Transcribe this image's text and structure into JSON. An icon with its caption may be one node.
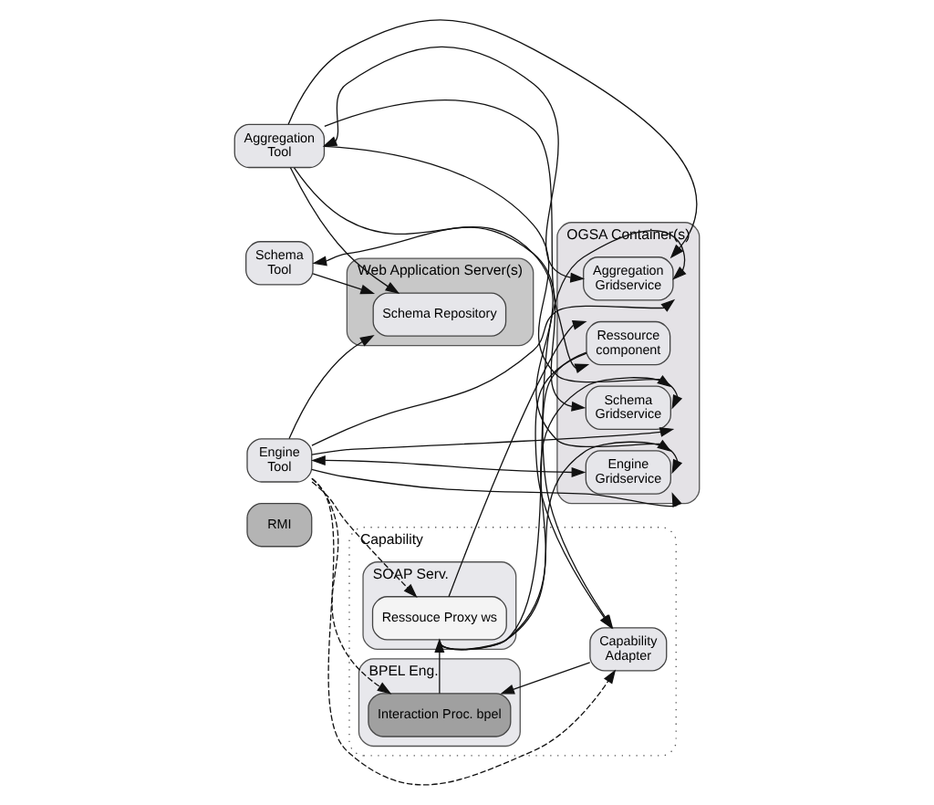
{
  "diagram": {
    "nodes": [
      {
        "text": [
          "Web Application Server(s)"
        ]
      },
      {
        "text": [
          "OGSA Container(s)"
        ]
      },
      {
        "text": [
          "Capability"
        ]
      },
      {
        "text": [
          "Ressource",
          "component"
        ],
        "in": 1
      },
      {
        "text": [
          "Aggregation",
          "Tool"
        ]
      },
      {
        "text": [
          "Schema",
          "Tool"
        ]
      },
      {
        "text": [
          "Engine",
          "Tool"
        ]
      },
      {
        "text": [
          "RMI"
        ]
      },
      {
        "text": [
          "Aggregation",
          "Gridservice"
        ],
        "in": 1
      },
      {
        "text": [
          "Schema",
          "Gridservice"
        ],
        "in": 1
      },
      {
        "text": [
          "Engine",
          "Gridservice"
        ],
        "in": 1
      },
      {
        "text": [
          "Schema Repository"
        ],
        "in": 0
      },
      {
        "text": [
          "BPEL Eng."
        ],
        "in": 2
      },
      {
        "text": [
          "Interaction Proc. bpel"
        ],
        "in": 12
      },
      {
        "text": [
          "SOAP Serv."
        ],
        "in": 2
      },
      {
        "text": [
          "Ressouce Proxy ws"
        ],
        "in": 14
      },
      {
        "text": [
          "Capability",
          "Adapter"
        ],
        "in": 2
      }
    ],
    "edges": [
      {
        "from": 4,
        "to": 11,
        "arrow": "to"
      },
      {
        "from": 5,
        "to": 11,
        "arrow": "to"
      },
      {
        "from": 6,
        "to": 11,
        "arrow": "to"
      },
      {
        "from": 4,
        "to": 8,
        "arrow": "both"
      },
      {
        "from": 5,
        "to": 9,
        "arrow": "both"
      },
      {
        "from": 6,
        "to": 10,
        "arrow": "both"
      },
      {
        "from": 15,
        "to": 3,
        "arrow": "to"
      },
      {
        "from": 4,
        "to": 3,
        "arrow": "to"
      },
      {
        "from": 4,
        "to": 8,
        "arrow": "to"
      },
      {
        "from": 4,
        "to": 9,
        "arrow": "to"
      },
      {
        "from": 4,
        "to": 10,
        "arrow": "to"
      },
      {
        "from": 6,
        "to": 8,
        "arrow": "to"
      },
      {
        "from": 6,
        "to": 9,
        "arrow": "to"
      },
      {
        "from": 6,
        "to": 10,
        "arrow": "to"
      },
      {
        "from": 15,
        "to": 8,
        "arrow": "to"
      },
      {
        "from": 15,
        "to": 9,
        "arrow": "to"
      },
      {
        "from": 15,
        "to": 10,
        "arrow": "to"
      },
      {
        "from": 3,
        "to": 16,
        "arrow": "to"
      },
      {
        "from": 16,
        "to": 13,
        "arrow": "to"
      },
      {
        "from": 13,
        "to": 15,
        "arrow": "to"
      },
      {
        "from": 6,
        "to": 13,
        "arrow": "to",
        "style": "dashed"
      },
      {
        "from": 6,
        "to": 15,
        "arrow": "to",
        "style": "dashed"
      },
      {
        "from": 6,
        "to": 16,
        "arrow": "to",
        "style": "dashed"
      }
    ]
  }
}
